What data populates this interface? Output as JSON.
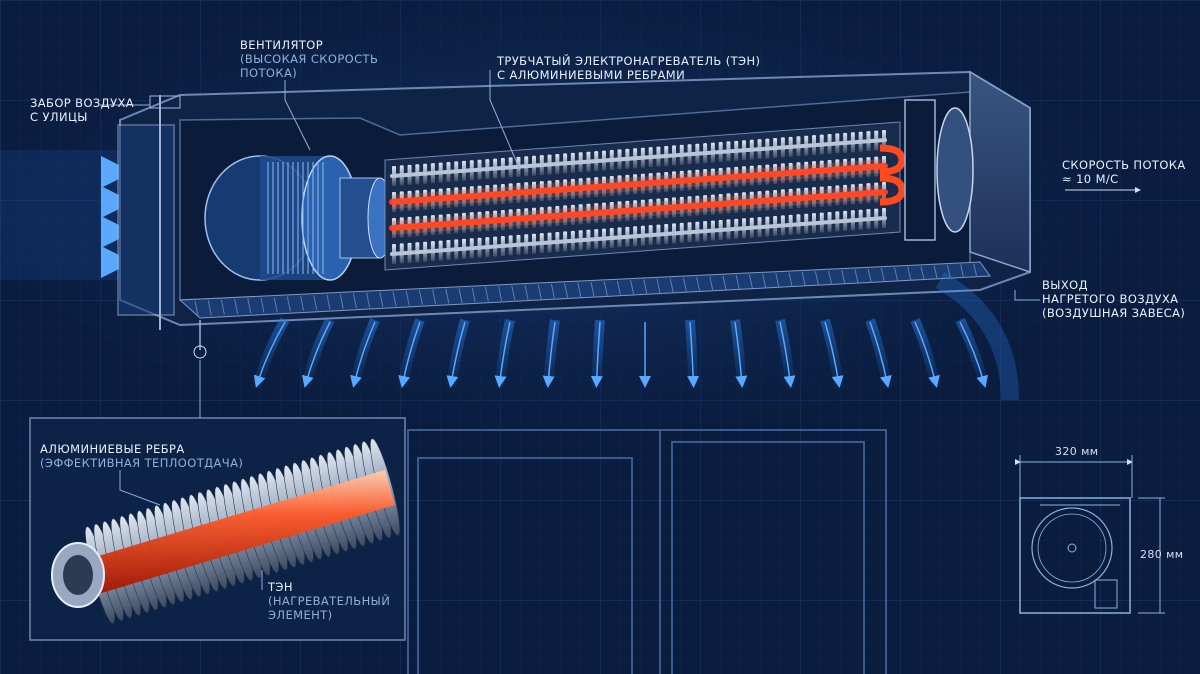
{
  "colors": {
    "background": "#0a1d3f",
    "grid": "#15305e",
    "housing": "#2a4268",
    "heat": "#ff3b1f",
    "airflow": "#2f8cff",
    "label": "#e8f1ff",
    "label_muted": "#8fb1d9"
  },
  "labels": {
    "intake": {
      "line1": "ЗАБОР ВОЗДУХА",
      "line2": "С УЛИЦЫ"
    },
    "fan": {
      "title": "ВЕНТИЛЯТОР",
      "sub1": "(ВЫСОКАЯ СКОРОСТЬ",
      "sub2": "ПОТОКА)"
    },
    "heater": {
      "line1": "ТРУБЧАТЫЙ ЭЛЕКТРОНАГРЕВАТЕЛЬ (ТЭН)",
      "line2": "С АЛЮМИНИЕВЫМИ РЕБРАМИ"
    },
    "flow_speed": {
      "line1": "СКОРОСТЬ ПОТОКА",
      "line2": "≈ 10 М/С"
    },
    "outlet": {
      "line1": "ВЫХОД",
      "line2": "НАГРЕТОГО ВОЗДУХА",
      "line3": "(ВОЗДУШНАЯ ЗАВЕСА)"
    }
  },
  "inset": {
    "fins_title": "АЛЮМИНИЕВЫЕ РЕБРА",
    "fins_sub": "(ЭФФЕКТИВНАЯ ТЕПЛООТДАЧА)",
    "element_title": "ТЭН",
    "element_sub1": "(НАГРЕВАТЕЛЬНЫЙ",
    "element_sub2": "ЭЛЕМЕНТ)"
  },
  "dimensions": {
    "width": "320 мм",
    "height": "280 мм"
  },
  "icons": {
    "intake_arrows": "arrow-right-icon",
    "outflow_arrows": "arrow-down-icon",
    "flow_speed_arrow": "arrow-right-icon"
  }
}
